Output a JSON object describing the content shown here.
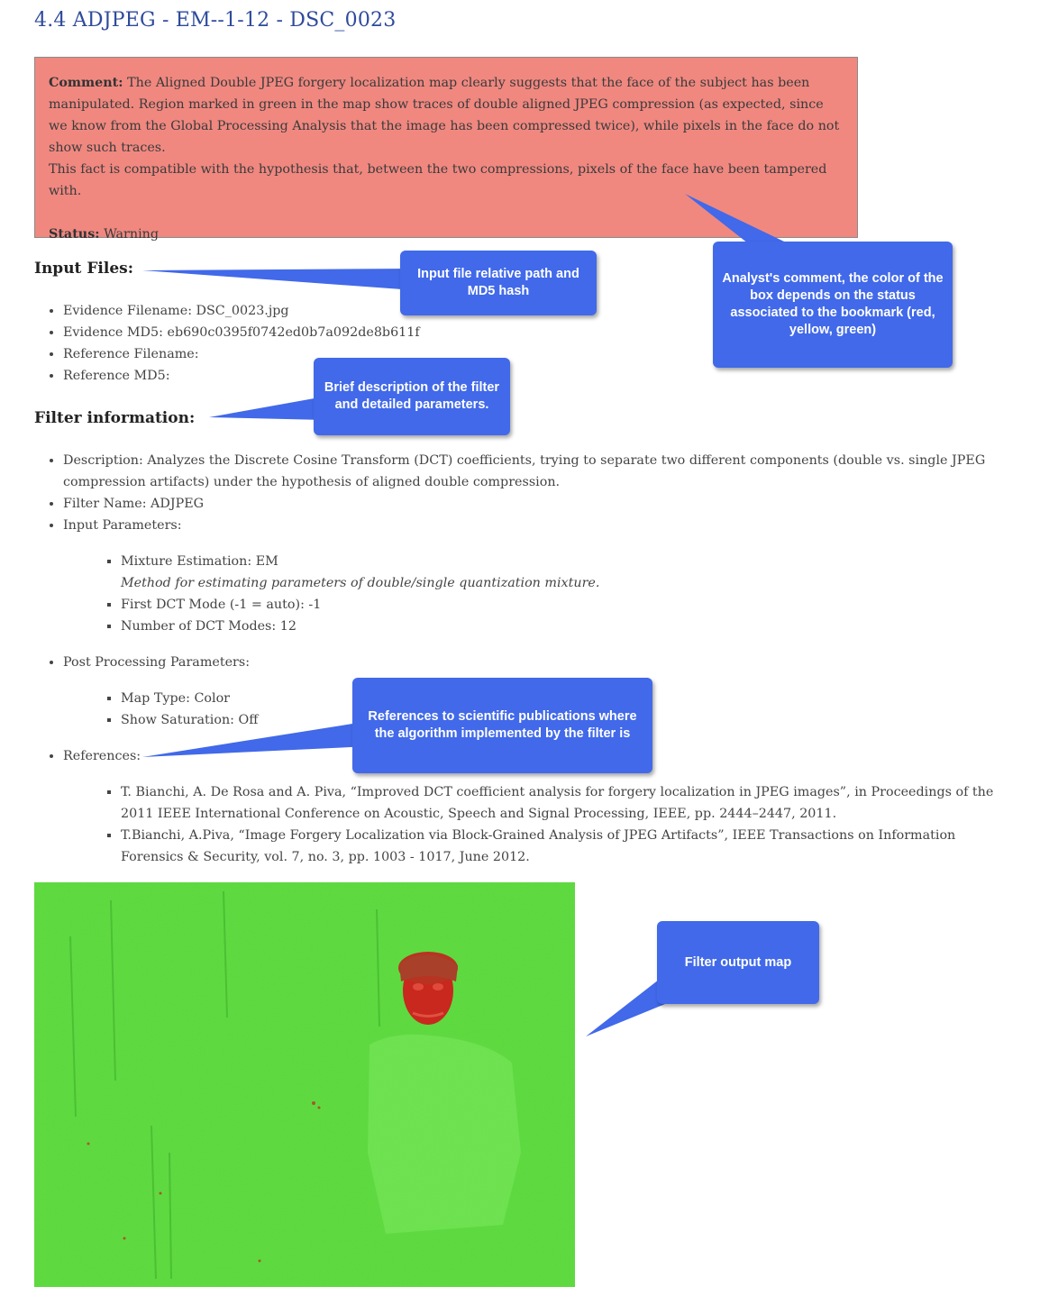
{
  "title": "4.4 ADJPEG - EM--1-12 - DSC_0023",
  "comment": {
    "label": "Comment:",
    "text": "The Aligned Double JPEG forgery localization map clearly suggests that the face of the subject has been manipulated. Region marked in green in the map show traces of double aligned JPEG compression (as expected, since we know from the Global Processing Analysis that the image has been compressed twice), while pixels in the face do not show such traces.",
    "text2": "This fact is compatible with the hypothesis that, between the two compressions, pixels of the face have been tampered with.",
    "status_label": "Status:",
    "status_value": "Warning",
    "box_color": "#f08880"
  },
  "input_files": {
    "heading": "Input Files:",
    "items": [
      "Evidence Filename: DSC_0023.jpg",
      "Evidence MD5: eb690c0395f0742ed0b7a092de8b611f",
      "Reference Filename:",
      "Reference MD5:"
    ]
  },
  "filter_info": {
    "heading": "Filter information:",
    "description": "Description: Analyzes the Discrete Cosine Transform (DCT) coefficients, trying to separate two different components (double vs. single JPEG compression artifacts) under the hypothesis of aligned double compression.",
    "filter_name": "Filter Name: ADJPEG",
    "input_params_label": "Input Parameters:",
    "input_params": [
      {
        "text": "Mixture Estimation: EM",
        "note": "Method for estimating parameters of double/single quantization mixture."
      },
      {
        "text": "First DCT Mode (-1 = auto): -1"
      },
      {
        "text": "Number of DCT Modes: 12"
      }
    ],
    "post_params_label": "Post Processing Parameters:",
    "post_params": [
      "Map Type: Color",
      "Show Saturation: Off"
    ],
    "references_label": "References:",
    "references": [
      "T. Bianchi, A. De Rosa and A. Piva, “Improved DCT coefficient analysis for forgery localization in JPEG images”, in Proceedings of the 2011 IEEE International Conference on Acoustic, Speech and Signal Processing, IEEE, pp. 2444–2447, 2011.",
      "T.Bianchi, A.Piva, “Image Forgery Localization via Block-Grained Analysis of JPEG Artifacts”, IEEE Transactions on Information Forensics & Security, vol. 7, no. 3, pp. 1003 - 1017, June 2012."
    ]
  },
  "callouts": {
    "input_file": "Input file relative path and MD5 hash",
    "analyst": "Analyst's comment, the color of the box depends on the status associated to the bookmark (red, yellow, green)",
    "filter": "Brief description of the filter and detailed parameters.",
    "references": "References to scientific publications where the algorithm implemented by the filter is",
    "output": "Filter output map",
    "color": "#4169e9"
  },
  "output_map": {
    "background_color": "#5ce03c",
    "tampered_color": "#c8281e"
  }
}
